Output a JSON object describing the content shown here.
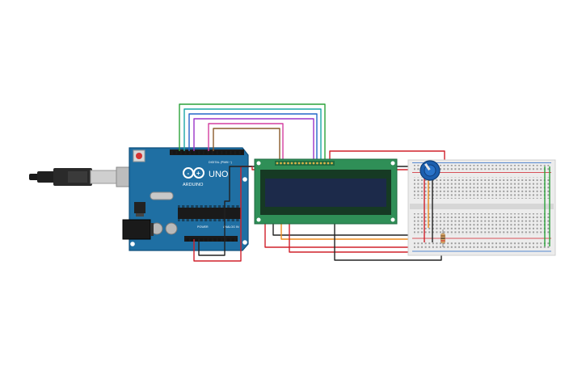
{
  "arduino": {
    "brand_text": "ARDUINO",
    "model_text": "UNO",
    "digital_header_label": "DIGITAL (PWM ~)",
    "power_label": "POWER",
    "analog_label": "ANALOG IN"
  },
  "colors": {
    "arduino_board": "#1f6fa3",
    "lcd_pcb": "#2f8f57",
    "lcd_screen": "#1c2a4a",
    "breadboard": "#ececec",
    "wire_red": "#d1202a",
    "wire_black": "#222222",
    "wire_orange": "#ee8a1c",
    "wire_green": "#2aa23a",
    "wire_blue": "#2467c9",
    "wire_purple": "#9b35c9",
    "wire_pink": "#d43fa0",
    "wire_brown": "#8a5a2b",
    "wire_teal": "#1aa7a7",
    "potentiometer": "#1c5fae"
  }
}
